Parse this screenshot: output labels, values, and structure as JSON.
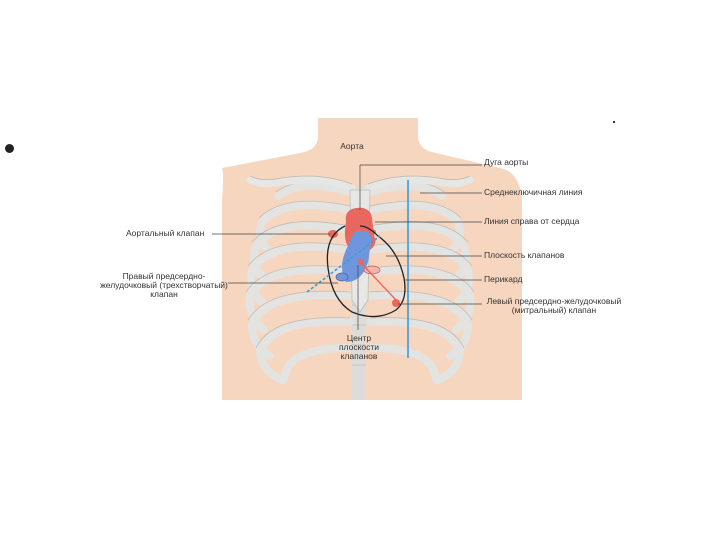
{
  "labels": {
    "aorta": "Аорта",
    "aortic_arch": "Дуга аорты",
    "midclavicular_line": "Среднеключичная линия",
    "right_border_line": "Линия справа от сердца",
    "valve_plane": "Плоскость клапанов",
    "pericardium": "Перикард",
    "left_av_valve": "Левый предсердно-желудочковый (митральный) клапан",
    "aortic_valve": "Аортальный клапан",
    "right_av_valve": "Правый предсердно-желудочковый (трехстворчатый) клапан",
    "valve_plane_center": "Центр плоскости клапанов"
  },
  "colors": {
    "skin": "#f7d6bf",
    "bone": "#e3e3e1",
    "bone_edge": "#b8b8b4",
    "heart_red": "#e8675f",
    "heart_blue": "#6f95dd",
    "guide_blue": "#3a9bd8",
    "pericardium_line": "#222222",
    "leader_line": "#333333"
  }
}
